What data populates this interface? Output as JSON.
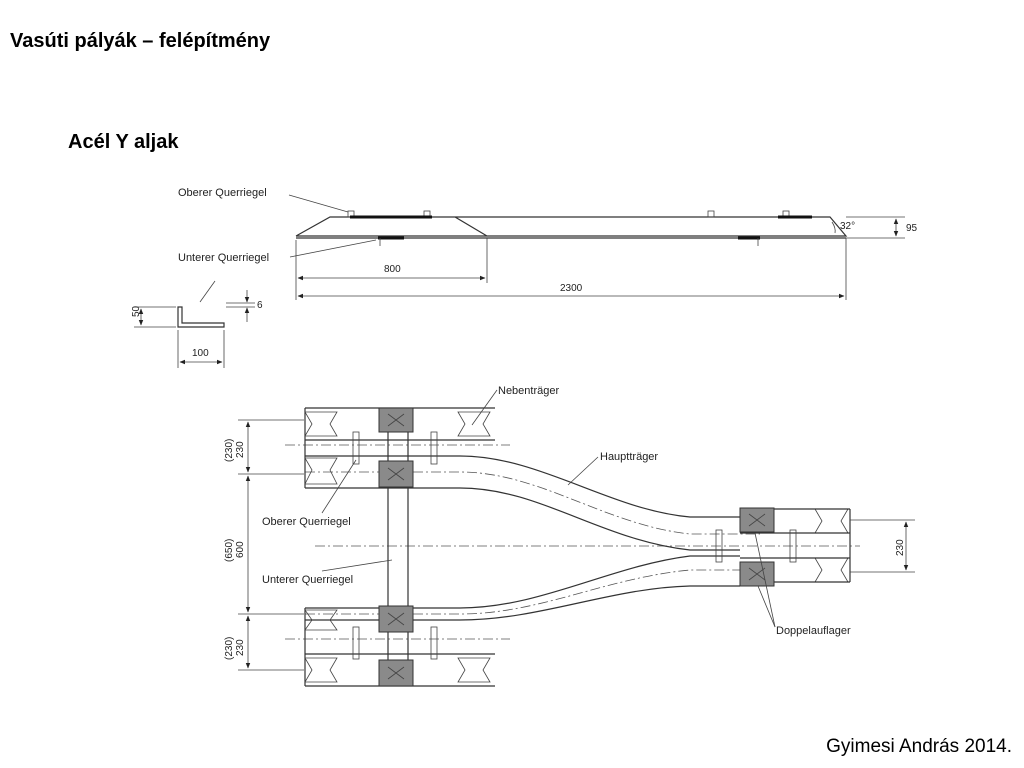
{
  "slide": {
    "title": "Vasúti pályák – felépítmény",
    "subtitle": "Acél Y aljak",
    "author": "Gyimesi András 2014."
  },
  "drawing": {
    "side_view": {
      "label_upper_crossbar": "Oberer Querriegel",
      "label_lower_crossbar": "Unterer Querriegel",
      "dim_800": "800",
      "dim_2300": "2300",
      "dim_95": "95",
      "angle": "32°"
    },
    "angle_profile": {
      "dim_50": "50",
      "dim_6": "6",
      "dim_100": "100"
    },
    "plan_view": {
      "label_secondary_beam": "Nebenträger",
      "label_main_beam": "Hauptträger",
      "label_upper_crossbar": "Oberer Querriegel",
      "label_lower_crossbar": "Unterer Querriegel",
      "label_double_support": "Doppelauflager",
      "dim_top_outer": "(230)",
      "dim_top_inner": "230",
      "dim_mid_outer": "(650)",
      "dim_mid_inner": "600",
      "dim_bottom_outer": "(230)",
      "dim_bottom_inner": "230",
      "dim_right": "230"
    }
  }
}
